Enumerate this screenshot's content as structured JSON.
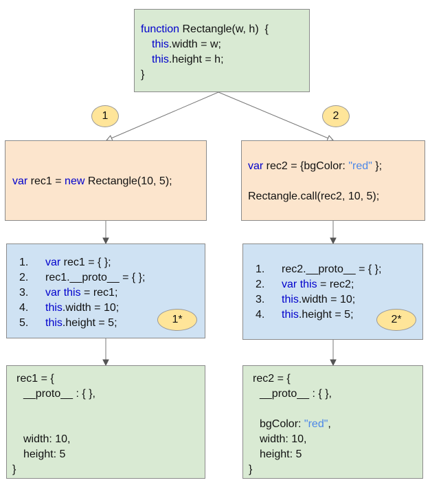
{
  "colors": {
    "green": "#d9ead3",
    "orange": "#fce5cd",
    "blue": "#cfe2f3",
    "badge": "#ffe599",
    "keyword": "#0000cc",
    "string": "#4a86e8"
  },
  "function_box": {
    "line1": {
      "kw": "function",
      "rest": " Rectangle(w, h)  {"
    },
    "line2": {
      "kw": "this",
      "rest": ".width = w;"
    },
    "line3": {
      "kw": "this",
      "rest": ".height = h;"
    },
    "line4": "}"
  },
  "badges": {
    "left": "1",
    "right": "2",
    "left_star": "1*",
    "right_star": "2*"
  },
  "left": {
    "call": {
      "kw1": "var",
      "mid1": " rec1 = ",
      "kw2": "new",
      "rest": " Rectangle(10, 5);"
    },
    "steps": [
      {
        "num": "1.",
        "kw": "var",
        "rest": " rec1 = { };"
      },
      {
        "num": "2.",
        "kw": "",
        "rest": "rec1.__proto__ = { };"
      },
      {
        "num": "3.",
        "kw": "var",
        "mid": " ",
        "kw2": "this",
        "rest": " = rec1;"
      },
      {
        "num": "4.",
        "kw": "this",
        "rest": ".width = 10;"
      },
      {
        "num": "5.",
        "kw": "this",
        "rest": ".height = 5;"
      }
    ],
    "result": {
      "open": "rec1 = {",
      "proto": "__proto__ : { },",
      "width": "width: 10,",
      "height": "height: 5",
      "close": "}"
    }
  },
  "right": {
    "call": {
      "kw": "var",
      "mid": " rec2 = {bgColor: ",
      "str": "\"red\"",
      "end": " };",
      "line2": "Rectangle.call(rec2, 10, 5);"
    },
    "steps": [
      {
        "num": "1.",
        "rest": "rec2.__proto__ = { };"
      },
      {
        "num": "2.",
        "kw": "var",
        "mid": " ",
        "kw2": "this",
        "rest": " = rec2;"
      },
      {
        "num": "3.",
        "kw": "this",
        "rest": ".width = 10;"
      },
      {
        "num": "4.",
        "kw": "this",
        "rest": ".height = 5;"
      }
    ],
    "result": {
      "open": "rec2 = {",
      "proto": "__proto__ : { },",
      "bg_key": "bgColor: ",
      "bg_val": "\"red\"",
      "bg_end": ",",
      "width": "width: 10,",
      "height": "height: 5",
      "close": "}"
    }
  }
}
